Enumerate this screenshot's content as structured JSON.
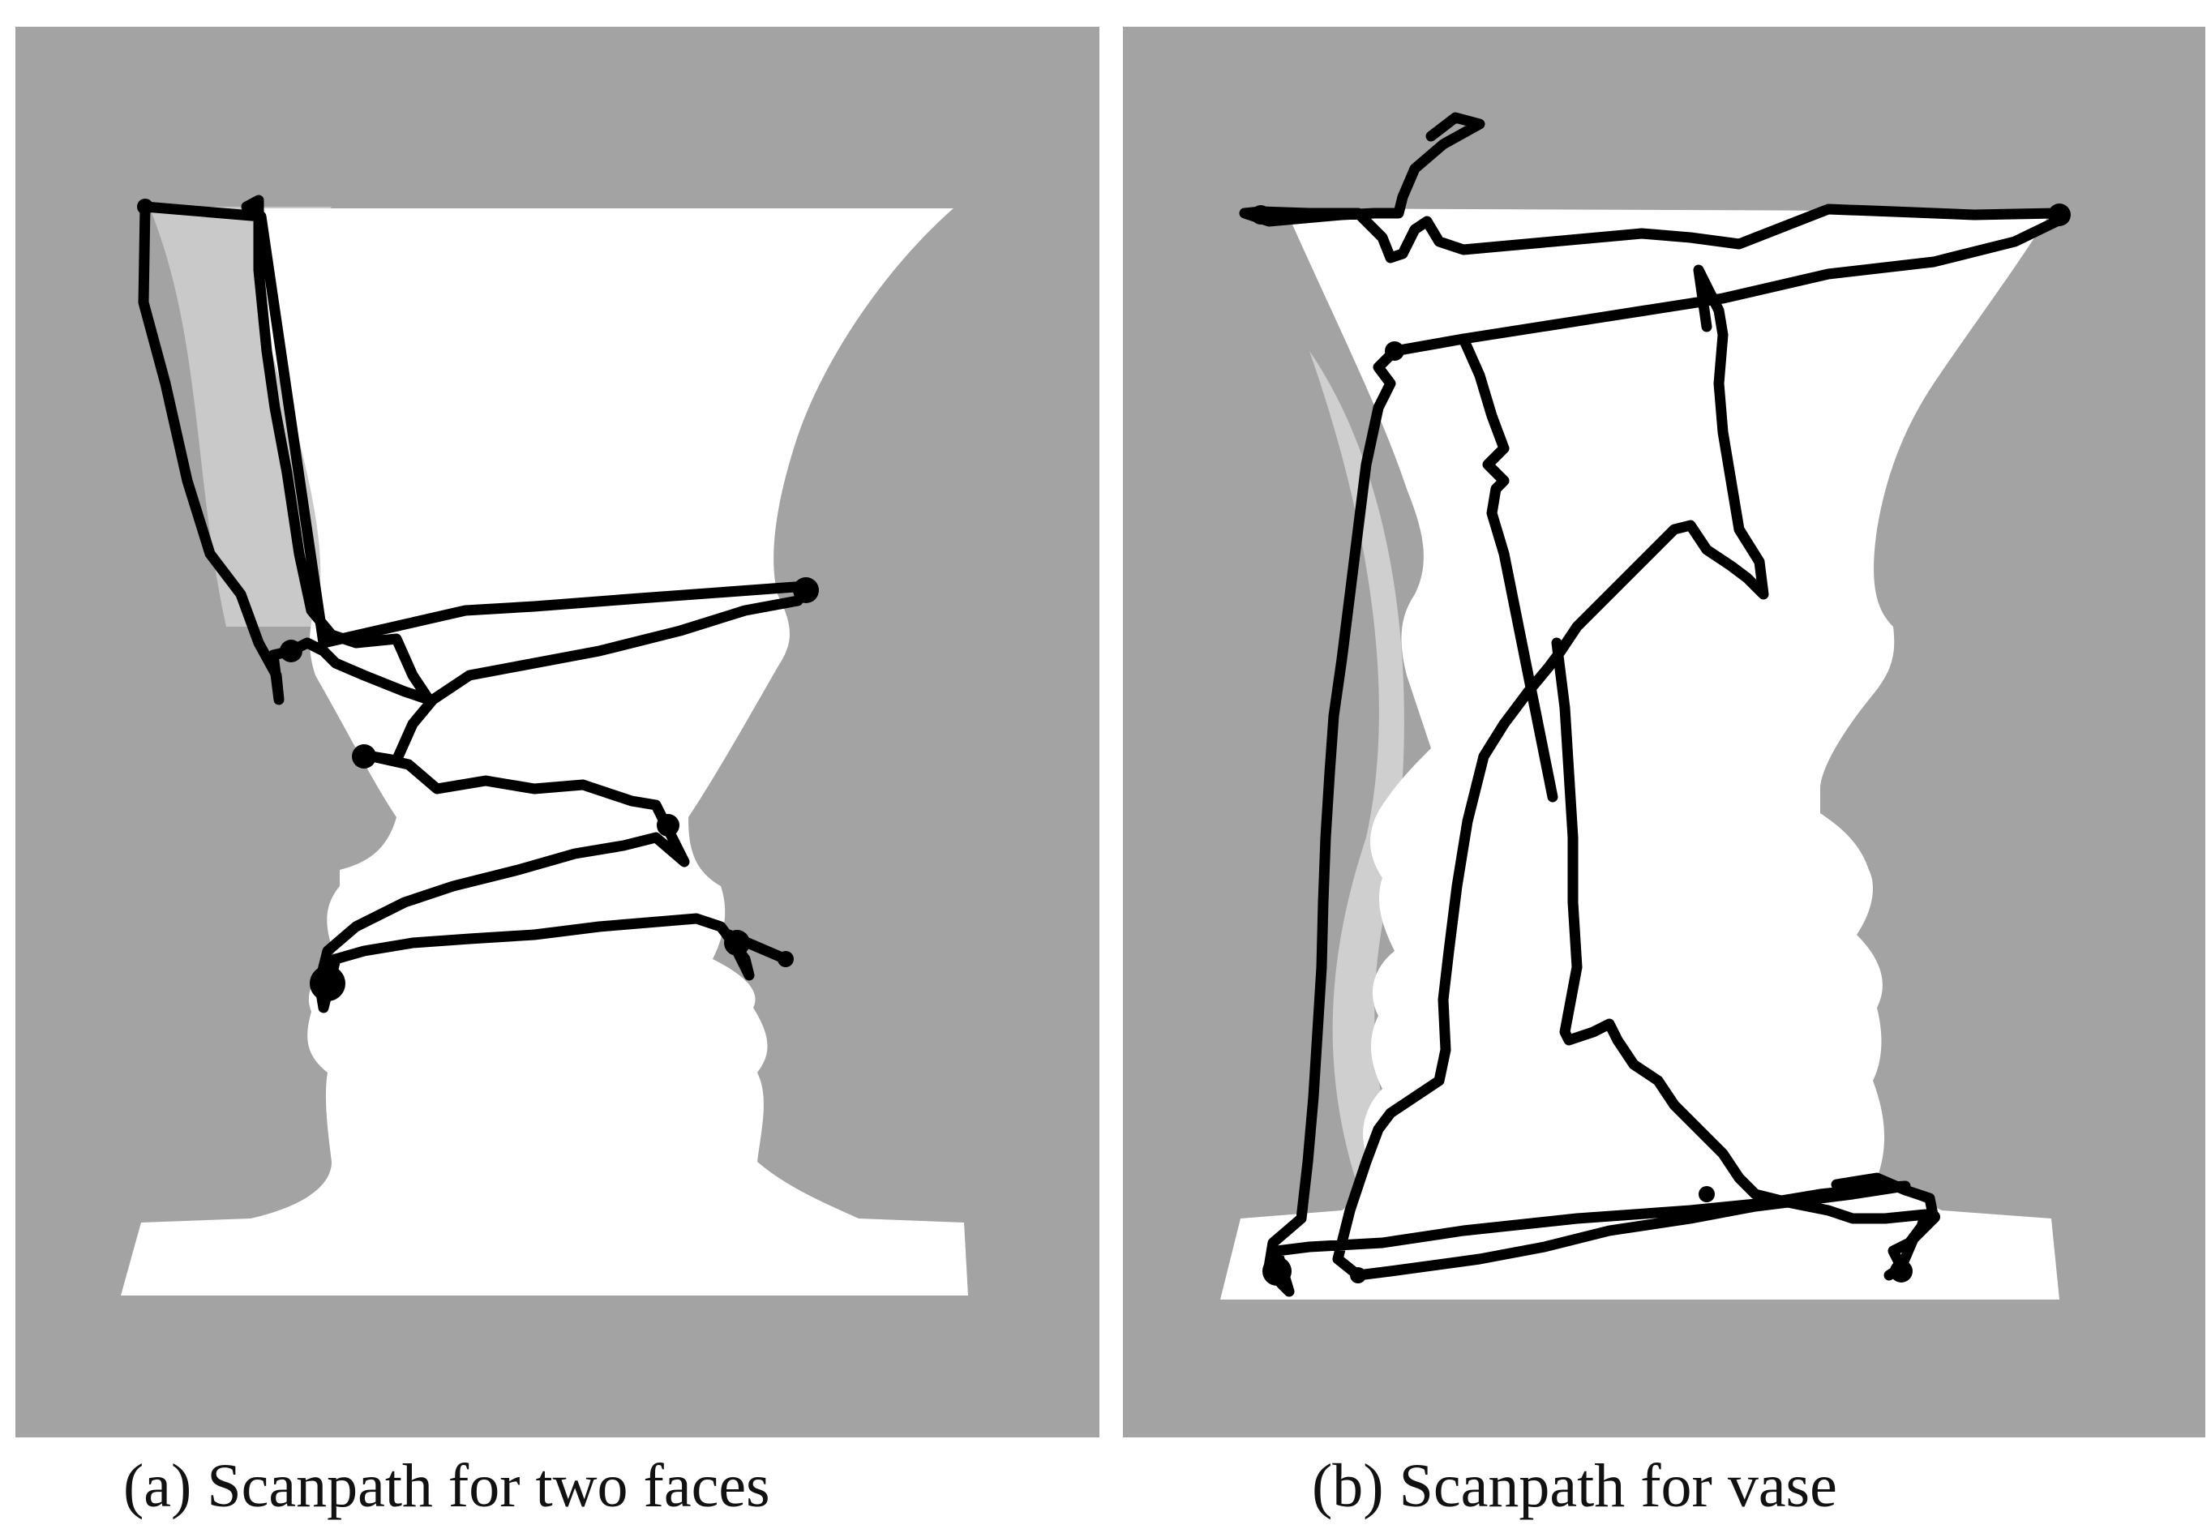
{
  "figure": {
    "panels": [
      {
        "id": "a",
        "caption": "(a) Scanpath for two faces"
      },
      {
        "id": "b",
        "caption": "(b) Scanpath for vase"
      }
    ]
  },
  "colors": {
    "background_gray": "#a3a3a3",
    "vase_white": "#ffffff",
    "scanpath_black": "#000000",
    "caption_text": "#111111"
  }
}
